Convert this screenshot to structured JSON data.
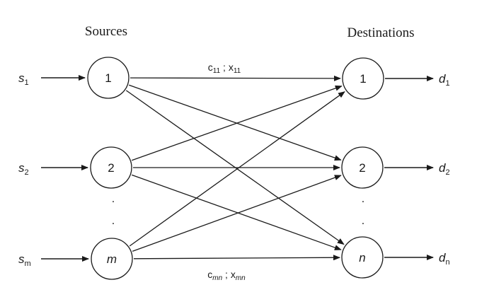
{
  "headers": {
    "sources": "Sources",
    "destinations": "Destinations"
  },
  "sources": [
    {
      "id": "1",
      "italic": false,
      "supply_main": "s",
      "supply_sub": "1",
      "supply_sub_italic": false
    },
    {
      "id": "2",
      "italic": false,
      "supply_main": "s",
      "supply_sub": "2",
      "supply_sub_italic": false
    },
    {
      "id": "m",
      "italic": true,
      "supply_main": "s",
      "supply_sub": "m",
      "supply_sub_italic": false
    }
  ],
  "destinations": [
    {
      "id": "1",
      "italic": false,
      "demand_main": "d",
      "demand_sub": "1",
      "demand_sub_italic": false
    },
    {
      "id": "2",
      "italic": false,
      "demand_main": "d",
      "demand_sub": "2",
      "demand_sub_italic": false
    },
    {
      "id": "n",
      "italic": true,
      "demand_main": "d",
      "demand_sub": "n",
      "demand_sub_italic": false
    }
  ],
  "edges": [
    {
      "from": 0,
      "to": 0
    },
    {
      "from": 0,
      "to": 1
    },
    {
      "from": 0,
      "to": 2
    },
    {
      "from": 1,
      "to": 0
    },
    {
      "from": 1,
      "to": 1
    },
    {
      "from": 1,
      "to": 2
    },
    {
      "from": 2,
      "to": 0
    },
    {
      "from": 2,
      "to": 1
    },
    {
      "from": 2,
      "to": 2
    }
  ],
  "edge_labels": {
    "top": {
      "c": "c",
      "c_sub": "11",
      "c_sub_italic": false,
      "sep": " ; ",
      "x": "x",
      "x_sub": "11",
      "x_sub_italic": false
    },
    "bottom": {
      "c": "c",
      "c_sub": "mn",
      "c_sub_italic": true,
      "sep": " ; ",
      "x": "x",
      "x_sub": "mn",
      "x_sub_italic": true
    }
  },
  "ellipsis": "."
}
